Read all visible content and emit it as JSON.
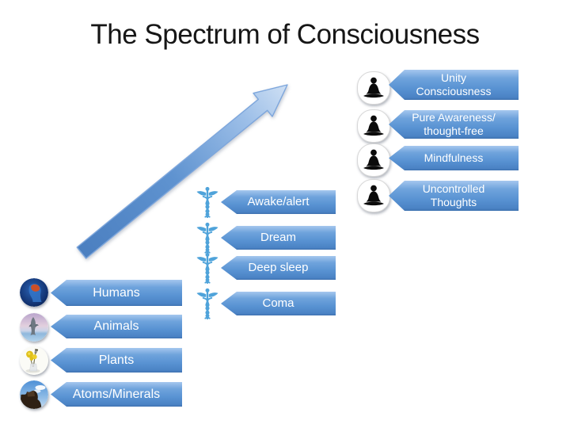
{
  "slide": {
    "title": "The Spectrum of Consciousness"
  },
  "colors": {
    "box_gradient_top": "#a5c7ee",
    "box_gradient_bottom": "#4a82c4",
    "box_text": "#ffffff",
    "arrow_tail": "#4b7fc0",
    "arrow_head": "#cfe0f4",
    "caduceus_blue": "#4fa3da",
    "title_text": "#161616"
  },
  "arrow": {
    "name": "ascending-consciousness-arrow",
    "direction": "bottom-left to top-right"
  },
  "groups": {
    "meditation": {
      "icon": "meditation-icon",
      "items": [
        {
          "label": "Unity\nConsciousness"
        },
        {
          "label": "Pure Awareness/\nthought-free"
        },
        {
          "label": "Mindfulness"
        },
        {
          "label": "Uncontrolled\nThoughts"
        }
      ]
    },
    "clinical": {
      "icon": "caduceus-icon",
      "items": [
        {
          "label": "Awake/alert"
        },
        {
          "label": "Dream"
        },
        {
          "label": "Deep sleep"
        },
        {
          "label": "Coma"
        }
      ]
    },
    "beings": {
      "icons": [
        "human-head-brain-icon",
        "dolphin-icon",
        "flowers-icon",
        "rock-icon"
      ],
      "items": [
        {
          "label": "Humans"
        },
        {
          "label": "Animals"
        },
        {
          "label": "Plants"
        },
        {
          "label": "Atoms/Minerals"
        }
      ]
    }
  }
}
